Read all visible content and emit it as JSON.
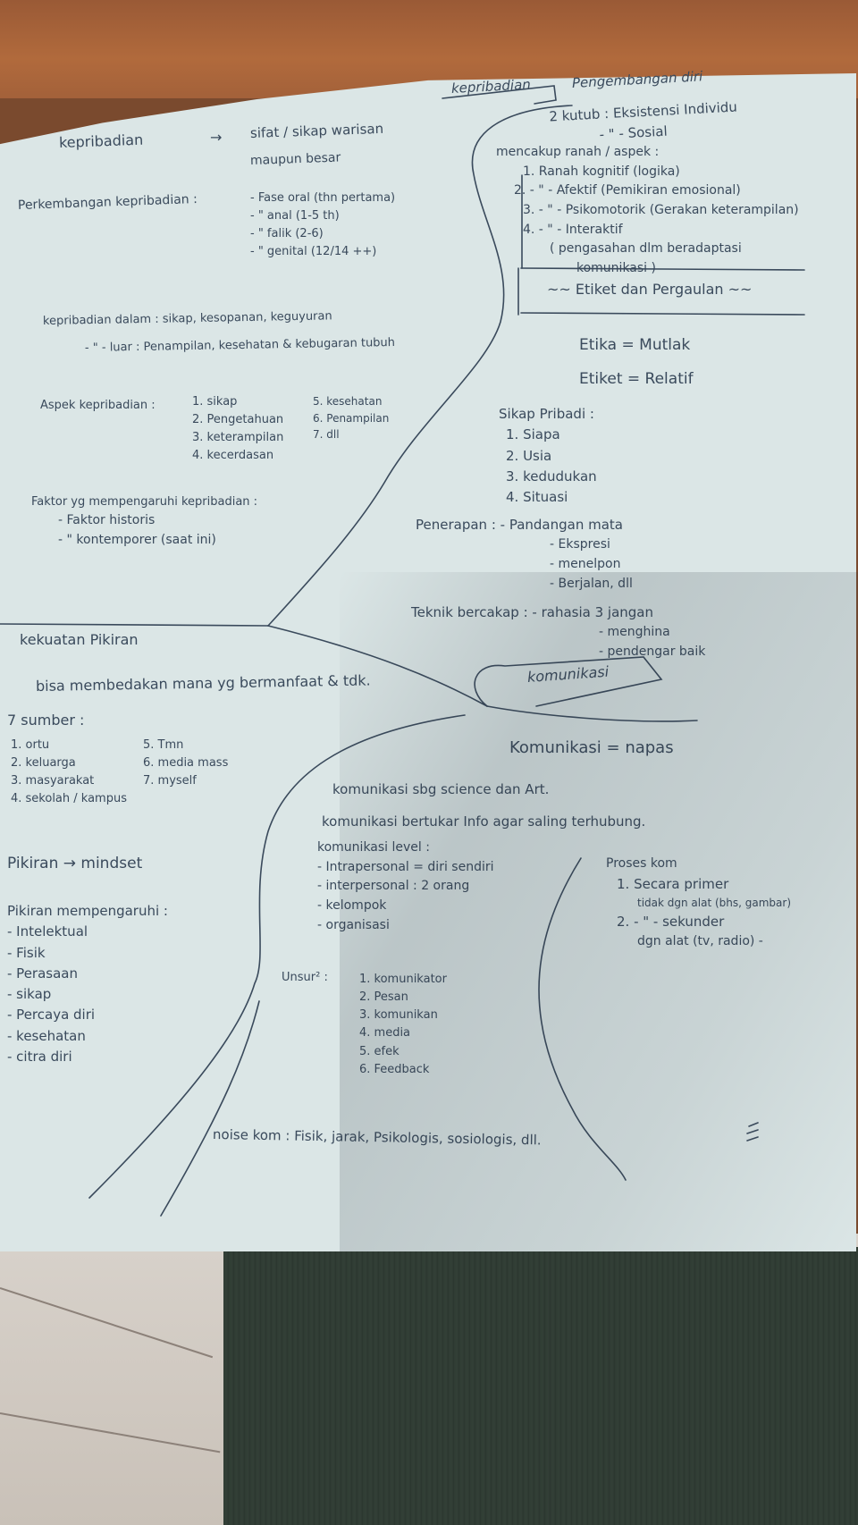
{
  "top_tabs": {
    "kepribadian": "kepribadian",
    "pengembangan": "Pengembangan diri"
  },
  "pengembangan_diri": {
    "lines": [
      "2 kutub : Eksistensi Individu",
      "- \" - Sosial"
    ]
  },
  "kepribadian_def": {
    "term": "kepribadian",
    "arrow": "→",
    "def_line1": "sifat / sikap warisan",
    "def_line2": "maupun besar"
  },
  "mencakup": {
    "title": "mencakup ranah / aspek :",
    "items": [
      "1. Ranah kognitif (logika)",
      "2. - \" - Afektif (Pemikiran emosional)",
      "3. - \" - Psikomotorik (Gerakan keterampilan)",
      "4. - \" - Interaktif",
      "( pengasahan dlm beradaptasi",
      "komunikasi )"
    ]
  },
  "perkembangan": {
    "title": "Perkembangan kepribadian :",
    "items": [
      "- Fase oral (thn pertama)",
      "- \" anal (1-5 th)",
      "- \" falik (2-6)",
      "- \" genital (12/14 ++)"
    ]
  },
  "etiket_header": "~~ Etiket dan Pergaulan ~~",
  "etika": {
    "etika": "Etika = Mutlak",
    "etiket": "Etiket = Relatif"
  },
  "kep_dalam_luar": {
    "dalam": "kepribadian dalam : sikap, kesopanan, keguyuran",
    "luar": "- \" - luar : Penampilan, kesehatan & kebugaran tubuh"
  },
  "aspek": {
    "title": "Aspek kepribadian :",
    "col1": [
      "1. sikap",
      "2. Pengetahuan",
      "3. keterampilan",
      "4. kecerdasan"
    ],
    "col2": [
      "5. kesehatan",
      "6. Penampilan",
      "7. dll"
    ]
  },
  "sikap_pribadi": {
    "title": "Sikap Pribadi :",
    "items": [
      "1. Siapa",
      "2. Usia",
      "3. kedudukan",
      "4. Situasi"
    ]
  },
  "faktor": {
    "title": "Faktor yg mempengaruhi kepribadian :",
    "items": [
      "- Faktor historis",
      "- \" kontemporer (saat ini)"
    ]
  },
  "penerapan": {
    "title": "Penerapan : - Pandangan mata",
    "items": [
      "- Ekspresi",
      "- menelpon",
      "- Berjalan, dll"
    ]
  },
  "teknik": {
    "title": "Teknik bercakap : - rahasia 3 jangan",
    "items": [
      "- menghina",
      "- pendengar baik"
    ]
  },
  "kekuatan_pikiran": "kekuatan Pikiran",
  "bisa_membedakan": "bisa membedakan mana yg bermanfaat & tdk.",
  "sumber": {
    "title": "7 sumber :",
    "col1": [
      "1. ortu",
      "2. keluarga",
      "3. masyarakat",
      "4. sekolah / kampus"
    ],
    "col2": [
      "5. Tmn",
      "6. media mass",
      "7. myself"
    ]
  },
  "komunikasi_box": "komunikasi",
  "komunikasi_def": {
    "line1": "Komunikasi = napas",
    "line2": "komunikasi sbg science dan Art.",
    "line3": "komunikasi bertukar Info agar saling terhubung."
  },
  "level": {
    "title": "komunikasi level :",
    "items": [
      "- Intrapersonal = diri sendiri",
      "- interpersonal : 2 orang",
      "- kelompok",
      "- organisasi"
    ]
  },
  "pikiran": {
    "line": "Pikiran → mindset",
    "title": "Pikiran mempengaruhi :",
    "items": [
      "- Intelektual",
      "- Fisik",
      "- Perasaan",
      "- sikap",
      "- Percaya diri",
      "- kesehatan",
      "- citra diri"
    ]
  },
  "proses": {
    "title": "Proses kom",
    "items": [
      "1. Secara primer",
      "tidak dgn alat (bhs, gambar)",
      "2. - \" - sekunder",
      "dgn alat (tv, radio) -"
    ]
  },
  "unsur": {
    "title": "Unsur² :",
    "items": [
      "1. komunikator",
      "2. Pesan",
      "3. komunikan",
      "4. media",
      "5. efek",
      "6. Feedback"
    ]
  },
  "noise": "noise kom : Fisik, jarak, Psikologis, sosiologis, dll.",
  "colors": {
    "paper": "#dbe6e6",
    "ink": "#3a4a5c",
    "floor": "#a3613a",
    "cloth": "#2f3b33"
  }
}
